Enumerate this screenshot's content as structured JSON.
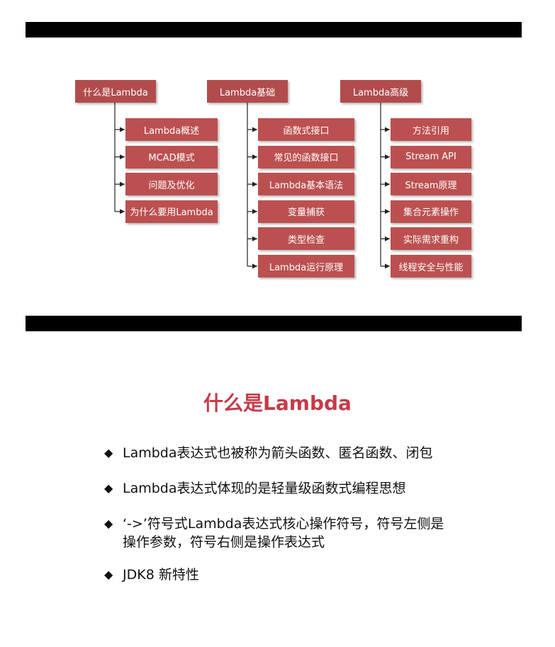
{
  "diagram": {
    "columns": [
      {
        "root": "什么是Lambda",
        "children": [
          "Lambda概述",
          "MCAD模式",
          "问题及优化",
          "为什么要用Lambda"
        ]
      },
      {
        "root": "Lambda基础",
        "children": [
          "函数式接口",
          "常见的函数接口",
          "Lambda基本语法",
          "变量捕获",
          "类型检查",
          "Lambda运行原理"
        ]
      },
      {
        "root": "Lambda高级",
        "children": [
          "方法引用",
          "Stream API",
          "Stream原理",
          "集合元素操作",
          "实际需求重构",
          "线程安全与性能"
        ]
      }
    ]
  },
  "section": {
    "title": "什么是Lambda",
    "bullet_symbol": "◆",
    "bullets": [
      "Lambda表达式也被称为箭头函数、匿名函数、闭包",
      "Lambda表达式体现的是轻量级函数式编程思想",
      "‘->’符号式Lambda表达式核心操作符号，符号左侧是操作参数，符号右侧是操作表达式",
      "JDK8 新特性"
    ]
  },
  "colors": {
    "node": "#bc5050",
    "title": "#c83a48",
    "bar": "#000000"
  }
}
